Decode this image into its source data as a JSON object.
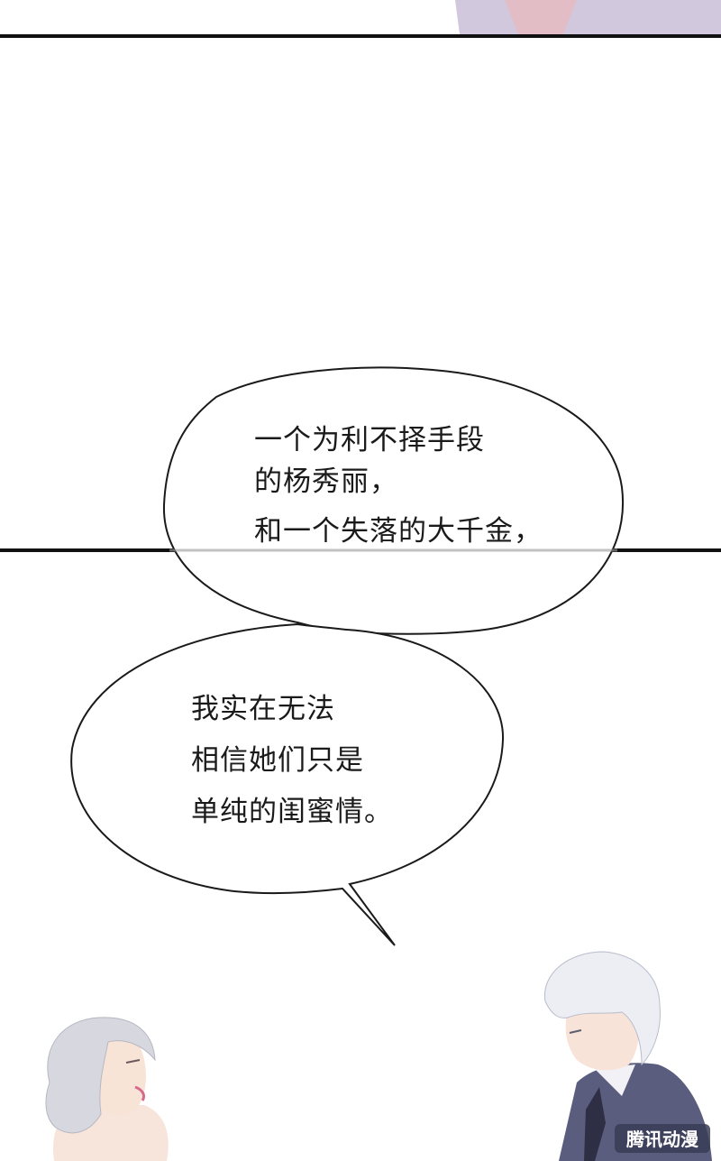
{
  "colors": {
    "border": "#111111",
    "bubble_stroke": "#1a1a1a",
    "hair": "#d4d4dc",
    "skin": "#f7e2d6",
    "suit": "#55597a",
    "top_panel_tint": "#cfc5dc"
  },
  "bubble_top": {
    "lines": [
      "一个为利不择手段",
      "的杨秀丽，",
      "和一个失落的大千金，"
    ]
  },
  "bubble_bottom": {
    "lines": [
      "我实在无法",
      "相信她们只是",
      "单纯的闺蜜情。"
    ]
  },
  "watermark": {
    "icon": "tencent-comics-logo",
    "text": "腾讯动漫"
  },
  "characters": {
    "left": "woman-silver-hair",
    "right": "man-white-hair-suit"
  }
}
